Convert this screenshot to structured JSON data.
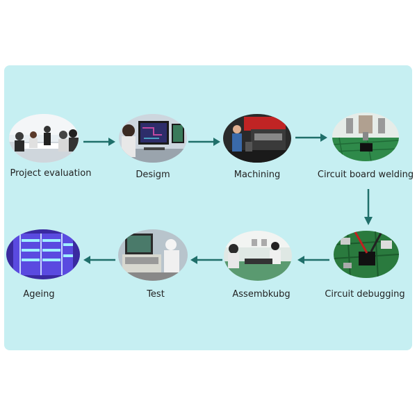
{
  "steps": [
    {
      "label": "Project evaluation"
    },
    {
      "label": "Desigm"
    },
    {
      "label": "Machining"
    },
    {
      "label": "Circuit board welding"
    },
    {
      "label": "Circuit debugging"
    },
    {
      "label": "Assembkubg"
    },
    {
      "label": "Test"
    },
    {
      "label": "Ageing"
    }
  ],
  "colors": {
    "panel": "#c6eff2",
    "arrow": "#1f6f6a"
  }
}
